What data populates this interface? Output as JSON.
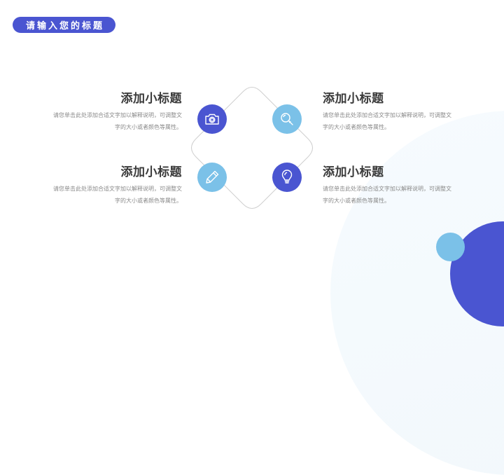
{
  "header": {
    "title": "请输入您的标题"
  },
  "items": [
    {
      "position": "top-left",
      "heading": "添加小标题",
      "desc_line1": "请您单击此处添加合适文字加以解释说明，可调整文",
      "desc_line2": "字的大小或者颜色等属性。",
      "icon": "camera-icon"
    },
    {
      "position": "top-right",
      "heading": "添加小标题",
      "desc_line1": "请您单击此处添加合适文字加以解释说明，可调整文",
      "desc_line2": "字的大小或者颜色等属性。",
      "icon": "search-icon"
    },
    {
      "position": "bottom-left",
      "heading": "添加小标题",
      "desc_line1": "请您单击此处添加合适文字加以解释说明，可调整文",
      "desc_line2": "字的大小或者颜色等属性。",
      "icon": "pencil-icon"
    },
    {
      "position": "bottom-right",
      "heading": "添加小标题",
      "desc_line1": "请您单击此处添加合适文字加以解释说明，可调整文",
      "desc_line2": "字的大小或者颜色等属性。",
      "icon": "lightbulb-icon"
    }
  ],
  "colors": {
    "primary": "#4a55d1",
    "secondary": "#7bc1e8",
    "heading_text": "#3a3a3a",
    "body_text": "#8a8a8a",
    "background_tint": "#f4f9fd"
  }
}
